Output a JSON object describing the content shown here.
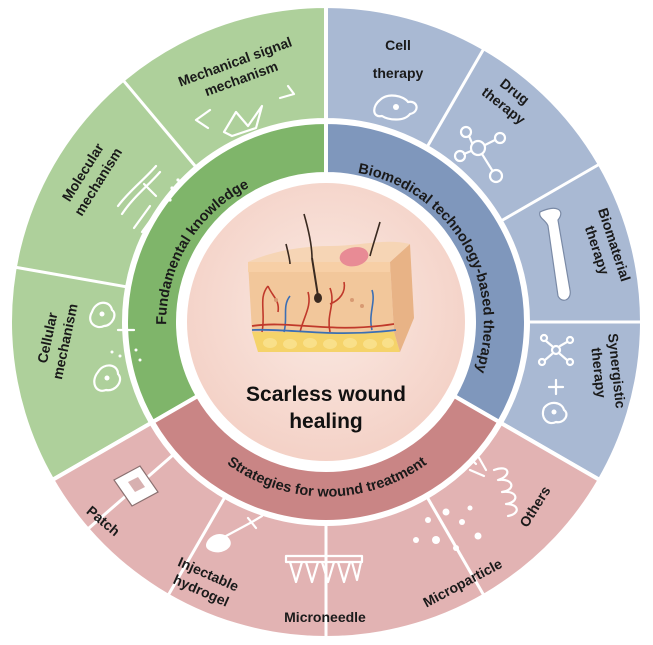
{
  "center": {
    "title_line1": "Scarless wound",
    "title_line2": "healing"
  },
  "rings": {
    "fundamental": "Fundamental knowledge",
    "biomedical": "Biomedical technology-based therapy",
    "strategies": "Strategies for wound treatment"
  },
  "segments": {
    "mechanical": [
      "Mechanical signal",
      "mechanism"
    ],
    "molecular": [
      "Molecular",
      "mechanism"
    ],
    "cellular": [
      "Cellular",
      "mechanism"
    ],
    "cell_therapy": [
      "Cell",
      "therapy"
    ],
    "drug_therapy": [
      "Drug",
      "therapy"
    ],
    "biomaterial_therapy": [
      "Biomaterial",
      "therapy"
    ],
    "synergistic_therapy": [
      "Synergistic",
      "therapy"
    ],
    "patch": [
      "Patch"
    ],
    "hydrogel": [
      "Injectable",
      "hydrogel"
    ],
    "microneedle": [
      "Microneedle"
    ],
    "microparticle": [
      "Microparticle"
    ],
    "others": [
      "Others"
    ]
  },
  "colors": {
    "green_outer": "#aed09b",
    "green_ring": "#7fb56a",
    "blue_outer": "#a9b9d3",
    "blue_ring": "#7f97bc",
    "red_outer": "#e2b3b3",
    "red_ring": "#c98585",
    "center_bg": "#f6dcd2"
  }
}
